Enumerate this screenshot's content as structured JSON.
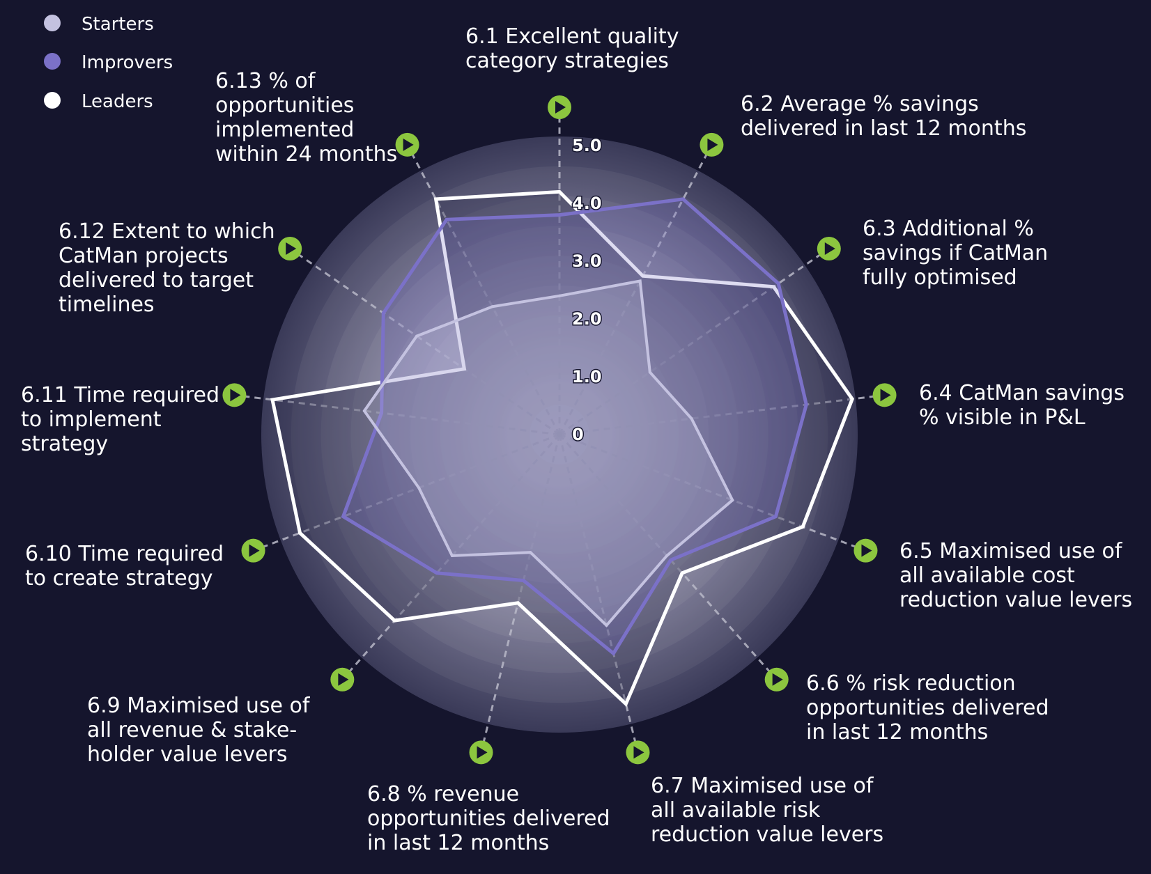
{
  "chart_data": {
    "type": "radar",
    "title": "",
    "axes": [
      {
        "id": "6.1",
        "label": [
          "6.1  Excellent quality",
          "category strategies"
        ]
      },
      {
        "id": "6.2",
        "label": [
          "6.2  Average % savings",
          "delivered in last 12 months"
        ]
      },
      {
        "id": "6.3",
        "label": [
          "6.3  Additional %",
          "savings if CatMan",
          "fully optimised"
        ]
      },
      {
        "id": "6.4",
        "label": [
          "6.4 CatMan savings",
          "% visible in P&L"
        ]
      },
      {
        "id": "6.5",
        "label": [
          "6.5 Maximised use of",
          "all available cost",
          "reduction value levers"
        ]
      },
      {
        "id": "6.6",
        "label": [
          "6.6  % risk reduction",
          "opportunities delivered",
          "in last 12 months"
        ]
      },
      {
        "id": "6.7",
        "label": [
          "6.7 Maximised use of",
          "all available risk",
          "reduction value levers"
        ]
      },
      {
        "id": "6.8",
        "label": [
          "6.8  % revenue",
          "opportunities delivered",
          "in last 12 months"
        ]
      },
      {
        "id": "6.9",
        "label": [
          "6.9  Maximised use of",
          "all revenue & stake-",
          "holder value levers"
        ]
      },
      {
        "id": "6.10",
        "label": [
          "6.10  Time required",
          "to create strategy"
        ]
      },
      {
        "id": "6.11",
        "label": [
          "6.11  Time required",
          "to implement",
          "strategy"
        ]
      },
      {
        "id": "6.12",
        "label": [
          "6.12 Extent to which",
          "CatMan projects",
          "delivered to target",
          "timelines"
        ]
      },
      {
        "id": "6.13",
        "label": [
          "6.13 % of",
          "opportunities",
          "implemented",
          "within 24 months"
        ]
      }
    ],
    "radial_ticks": [
      "0",
      "1.0",
      "2.0",
      "3.0",
      "4.0",
      "5.0"
    ],
    "rmax": 5.0,
    "series": [
      {
        "name": "Starters",
        "color": "#c4c2e0",
        "values": [
          2.4,
          3.0,
          1.9,
          2.3,
          3.2,
          2.8,
          3.4,
          2.1,
          2.8,
          2.6,
          3.4,
          3.0,
          2.5
        ]
      },
      {
        "name": "Improvers",
        "color": "#7b71c8",
        "values": [
          3.8,
          4.6,
          4.6,
          4.3,
          4.0,
          2.9,
          3.9,
          2.6,
          3.2,
          4.0,
          3.1,
          3.7,
          4.2
        ]
      },
      {
        "name": "Leaders",
        "color": "#ffffff",
        "values": [
          4.2,
          3.1,
          4.5,
          5.1,
          4.5,
          3.2,
          4.8,
          3.0,
          4.3,
          4.8,
          5.0,
          2.0,
          4.6
        ]
      }
    ],
    "legend": "top-left",
    "grid": true
  },
  "legend_items": [
    "Starters",
    "Improvers",
    "Leaders"
  ],
  "colors": {
    "background": "#15152d",
    "marker": "#8cc63f",
    "axis": "#b8b8c8"
  },
  "icons": {
    "axis_marker": "play-circle-icon"
  }
}
